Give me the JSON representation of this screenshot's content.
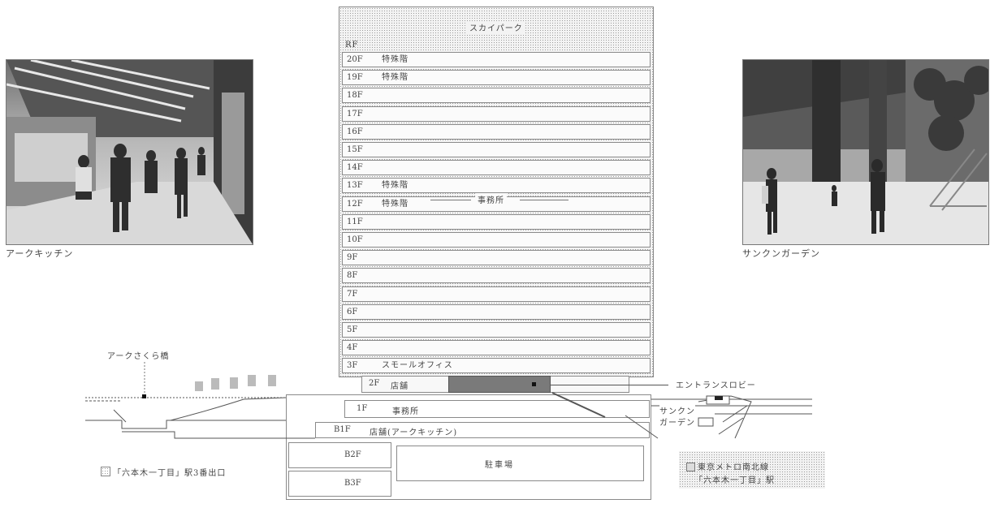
{
  "captions": {
    "left_photo": "アークキッチン",
    "right_photo": "サンクンガーデン"
  },
  "tower": {
    "roof_label": "スカイパーク",
    "rf_label": "RF",
    "office_label": "事務所",
    "floors": [
      {
        "floor": "20F",
        "use": "特殊階"
      },
      {
        "floor": "19F",
        "use": "特殊階"
      },
      {
        "floor": "18F",
        "use": ""
      },
      {
        "floor": "17F",
        "use": ""
      },
      {
        "floor": "16F",
        "use": ""
      },
      {
        "floor": "15F",
        "use": ""
      },
      {
        "floor": "14F",
        "use": ""
      },
      {
        "floor": "13F",
        "use": "特殊階"
      },
      {
        "floor": "12F",
        "use": "特殊階"
      },
      {
        "floor": "11F",
        "use": ""
      },
      {
        "floor": "10F",
        "use": ""
      },
      {
        "floor": "9F",
        "use": ""
      },
      {
        "floor": "8F",
        "use": ""
      },
      {
        "floor": "7F",
        "use": ""
      },
      {
        "floor": "6F",
        "use": ""
      },
      {
        "floor": "5F",
        "use": ""
      },
      {
        "floor": "4F",
        "use": ""
      },
      {
        "floor": "3F",
        "use": "スモールオフィス"
      }
    ]
  },
  "podium": {
    "f2": {
      "floor": "2F",
      "use": "店舗"
    },
    "f1": {
      "floor": "1F",
      "use": "事務所"
    },
    "b1": {
      "floor": "B1F",
      "use": "店舗(アークキッチン)"
    },
    "b2": {
      "floor": "B2F"
    },
    "b3": {
      "floor": "B3F"
    },
    "parking": "駐車場"
  },
  "labels": {
    "ark_sakura_bridge": "アークさくら橋",
    "entrance_lobby": "エントランスロビー",
    "sunken_garden_line1": "サンクン",
    "sunken_garden_line2": "ガーデン",
    "roppongi_exit": "「六本木一丁目」駅3番出口",
    "metro_line1": "東京メトロ南北線",
    "metro_line2": "「六本木一丁目」駅"
  }
}
